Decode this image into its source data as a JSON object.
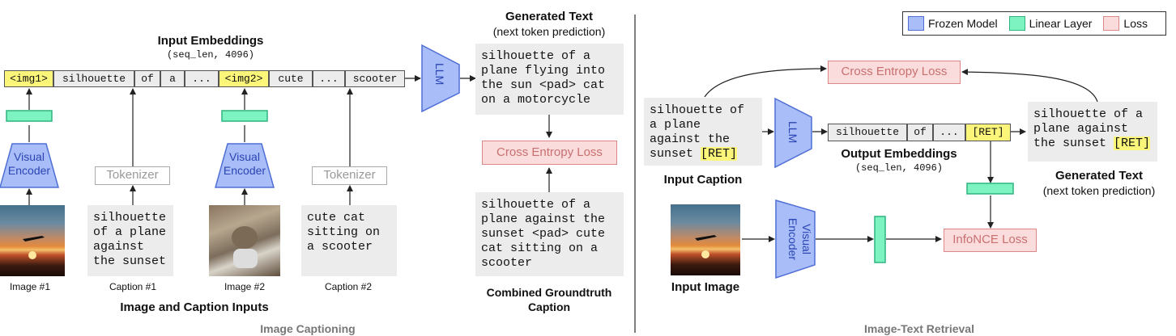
{
  "left": {
    "section_title": "Image Captioning",
    "input_embeddings_title": "Input Embeddings",
    "input_embeddings_shape": "(seq_len, 4096)",
    "tokens": [
      "<img1>",
      "silhouette",
      "of",
      "a",
      "...",
      "<img2>",
      "cute",
      "...",
      "scooter"
    ],
    "visual_encoder_label": "Visual\nEncoder",
    "tokenizer_label": "Tokenizer",
    "llm_label": "LLM",
    "generated_text_title": "Generated Text",
    "generated_text_sub": "(next token prediction)",
    "generated_text": "silhouette of a\nplane flying into\nthe sun <pad> cat\non a motorcycle",
    "loss_label": "Cross Entropy Loss",
    "groundtruth_text": "silhouette of a\nplane against the\nsunset <pad> cute\ncat sitting on a\nscooter",
    "groundtruth_title": "Combined Groundtruth\nCaption",
    "caption1_text": "silhouette\nof a plane\nagainst\nthe sunset",
    "caption2_text": "cute cat\nsitting on\na scooter",
    "image1_label": "Image #1",
    "caption1_label": "Caption #1",
    "image2_label": "Image #2",
    "caption2_label": "Caption #2",
    "inputs_title": "Image and Caption Inputs"
  },
  "right": {
    "section_title": "Image-Text Retrieval",
    "legend": [
      {
        "label": "Frozen Model",
        "color": "#a9bdf8"
      },
      {
        "label": "Linear Layer",
        "color": "#7ef3c2"
      },
      {
        "label": "Loss",
        "color": "#fbdcdc"
      }
    ],
    "loss_label": "Cross Entropy Loss",
    "input_caption_text_1": "silhouette of\na plane\nagainst the\nsunset ",
    "input_caption_ret": "[RET]",
    "input_caption_title": "Input Caption",
    "llm_label": "LLM",
    "output_tokens": [
      "silhouette",
      "of",
      "...",
      "[RET]"
    ],
    "output_embeddings_title": "Output Embeddings",
    "output_embeddings_shape": "(seq_len, 4096)",
    "generated_text_1": "silhouette of a\nplane against\nthe sunset ",
    "generated_text_ret": "[RET]",
    "generated_text_title": "Generated Text",
    "generated_text_sub": "(next token prediction)",
    "input_image_title": "Input Image",
    "visual_encoder_label": "Visual\nEncoder",
    "infonce_label": "InfoNCE Loss"
  }
}
